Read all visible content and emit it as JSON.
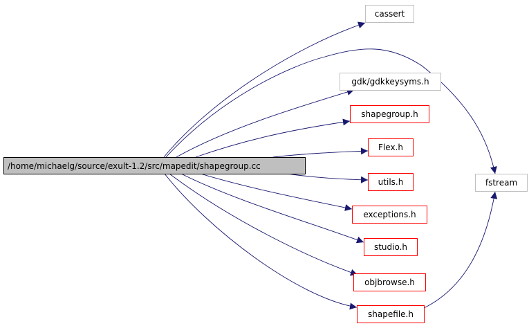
{
  "graph": {
    "root": "/home/michaelg/source/exult-1.2/src/mapedit/shapegroup.cc",
    "nodes": {
      "cassert": "cassert",
      "gdk": "gdk/gdkkeysyms.h",
      "shapegroup_h": "shapegroup.h",
      "flex": "Flex.h",
      "utils": "utils.h",
      "fstream": "fstream",
      "exceptions": "exceptions.h",
      "studio": "studio.h",
      "objbrowse": "objbrowse.h",
      "shapefile": "shapefile.h"
    },
    "edges": [
      [
        "root",
        "cassert"
      ],
      [
        "root",
        "fstream"
      ],
      [
        "root",
        "gdk"
      ],
      [
        "root",
        "shapegroup_h"
      ],
      [
        "root",
        "flex"
      ],
      [
        "root",
        "utils"
      ],
      [
        "root",
        "exceptions"
      ],
      [
        "root",
        "studio"
      ],
      [
        "root",
        "objbrowse"
      ],
      [
        "root",
        "shapefile"
      ],
      [
        "shapefile",
        "fstream"
      ]
    ],
    "colors": {
      "edge": "#191970",
      "documented_border": "#ff0000",
      "undocumented_border": "#bfbfbf",
      "root_fill": "#bfbfbf"
    }
  }
}
